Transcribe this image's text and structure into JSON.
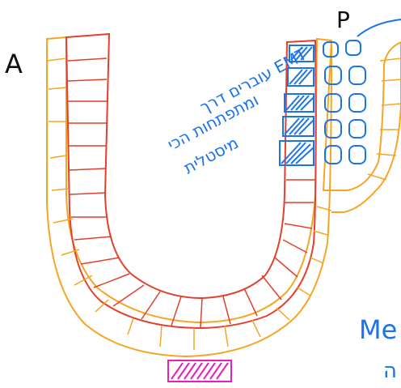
{
  "labels": {
    "a": "A",
    "p": "P",
    "annotation_line1": "עוברים דרך EMT",
    "annotation_line2": "ומתפתחות הכי",
    "annotation_line3": "מיסטלית",
    "bottom_right_fragment": "Me",
    "bottom_right_fragment2": "ה"
  },
  "colors": {
    "orange": "#F5A524",
    "red": "#E2402C",
    "blue": "#1A73E8",
    "magenta": "#E61EBE",
    "black": "#111111"
  }
}
